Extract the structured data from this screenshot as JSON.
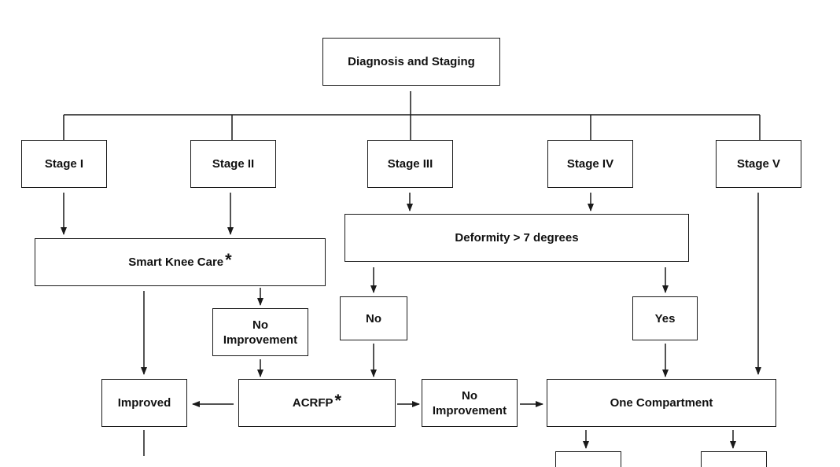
{
  "diagram": {
    "nodes": {
      "diagnosis": "Diagnosis and Staging",
      "stage1": "Stage I",
      "stage2": "Stage II",
      "stage3": "Stage III",
      "stage4": "Stage IV",
      "stage5": "Stage V",
      "smart_knee_care": "Smart Knee Care",
      "deformity": "Deformity > 7 degrees",
      "no_improvement_1": "No\nImprovement",
      "no": "No",
      "yes": "Yes",
      "improved": "Improved",
      "acrfp": "ACRFP",
      "no_improvement_2": "No\nImprovement",
      "one_compartment": "One Compartment"
    },
    "markers": {
      "smart_knee_care": "*",
      "acrfp": "*"
    },
    "stroke_color": "#1a1a1a"
  }
}
